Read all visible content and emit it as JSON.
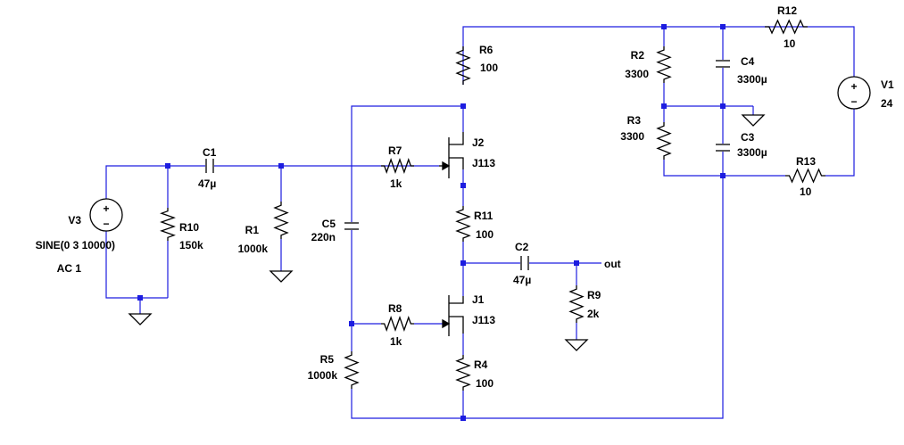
{
  "colors": {
    "wire": "#1d1de0",
    "component": "#000000",
    "background": "#ffffff"
  },
  "components": {
    "C1": {
      "name": "C1",
      "value": "47µ"
    },
    "R10": {
      "name": "R10",
      "value": "150k"
    },
    "R1": {
      "name": "R1",
      "value": "1000k"
    },
    "V3": {
      "name": "V3",
      "value": "SINE(0 3 10000)",
      "extra": "AC 1"
    },
    "C5": {
      "name": "C5",
      "value": "220n"
    },
    "R7": {
      "name": "R7",
      "value": "1k"
    },
    "R8": {
      "name": "R8",
      "value": "1k"
    },
    "R5": {
      "name": "R5",
      "value": "1000k"
    },
    "R6": {
      "name": "R6",
      "value": "100"
    },
    "J2": {
      "name": "J2",
      "value": "J113"
    },
    "R11": {
      "name": "R11",
      "value": "100"
    },
    "J1": {
      "name": "J1",
      "value": "J113"
    },
    "R4": {
      "name": "R4",
      "value": "100"
    },
    "C2": {
      "name": "C2",
      "value": "47µ"
    },
    "R9": {
      "name": "R9",
      "value": "2k"
    },
    "R2": {
      "name": "R2",
      "value": "3300"
    },
    "R3": {
      "name": "R3",
      "value": "3300"
    },
    "C4": {
      "name": "C4",
      "value": "3300µ"
    },
    "C3": {
      "name": "C3",
      "value": "3300µ"
    },
    "R12": {
      "name": "R12",
      "value": "10"
    },
    "R13": {
      "name": "R13",
      "value": "10"
    },
    "V1": {
      "name": "V1",
      "value": "24"
    }
  },
  "nets": {
    "output_label": "out"
  },
  "symbols": {
    "plus": "+",
    "minus": "−"
  }
}
